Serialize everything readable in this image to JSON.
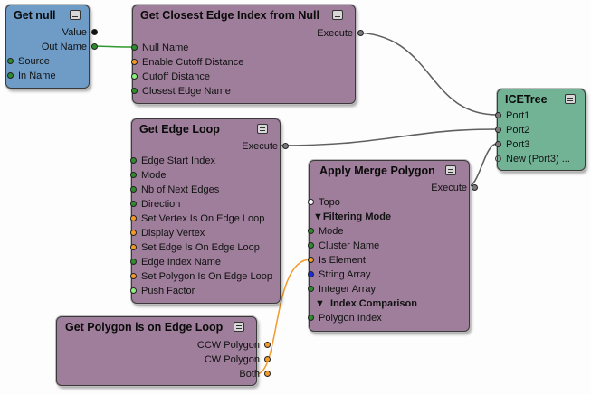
{
  "nodes": {
    "get_null": {
      "title": "Get null",
      "outputs": [
        "Value",
        "Out Name"
      ],
      "inputs": [
        "Source",
        "In Name"
      ]
    },
    "closest_edge": {
      "title": "Get Closest Edge Index from Null",
      "outputs": [
        "Execute"
      ],
      "inputs": [
        "Null Name",
        "Enable Cutoff Distance",
        "Cutoff Distance",
        "Closest Edge Name"
      ]
    },
    "edge_loop": {
      "title": "Get Edge Loop",
      "outputs": [
        "Execute"
      ],
      "inputs": [
        "Edge Start Index",
        "Mode",
        "Nb of Next Edges",
        "Direction",
        "Set Vertex Is On Edge Loop",
        "Display Vertex",
        "Set Edge Is On Edge Loop",
        "Edge Index Name",
        "Set Polygon Is On Edge Loop",
        "Push Factor"
      ]
    },
    "merge": {
      "title": "Apply Merge Polygon",
      "outputs": [
        "Execute"
      ],
      "inputs": [
        "Topo"
      ],
      "filtering_group": "Filtering Mode",
      "filtering": [
        "Mode",
        "Cluster Name",
        "Is Element",
        "String Array",
        "Integer Array"
      ],
      "index_group": "Index Comparison",
      "index": [
        "Polygon Index"
      ]
    },
    "polygon_loop": {
      "title": "Get Polygon is on Edge Loop",
      "outputs": [
        "CCW Polygon",
        "CW Polygon",
        "Both"
      ]
    },
    "icetree": {
      "title": "ICETree",
      "inputs": [
        "Port1",
        "Port2",
        "Port3",
        "New (Port3) ..."
      ]
    }
  },
  "colors": {
    "node_purple": "#9e7e9b",
    "node_blue": "#6e9cc6",
    "node_green": "#72b396",
    "wire_execute": "#606060",
    "wire_string": "#2e9a2e",
    "wire_bool": "#f39a2a"
  }
}
